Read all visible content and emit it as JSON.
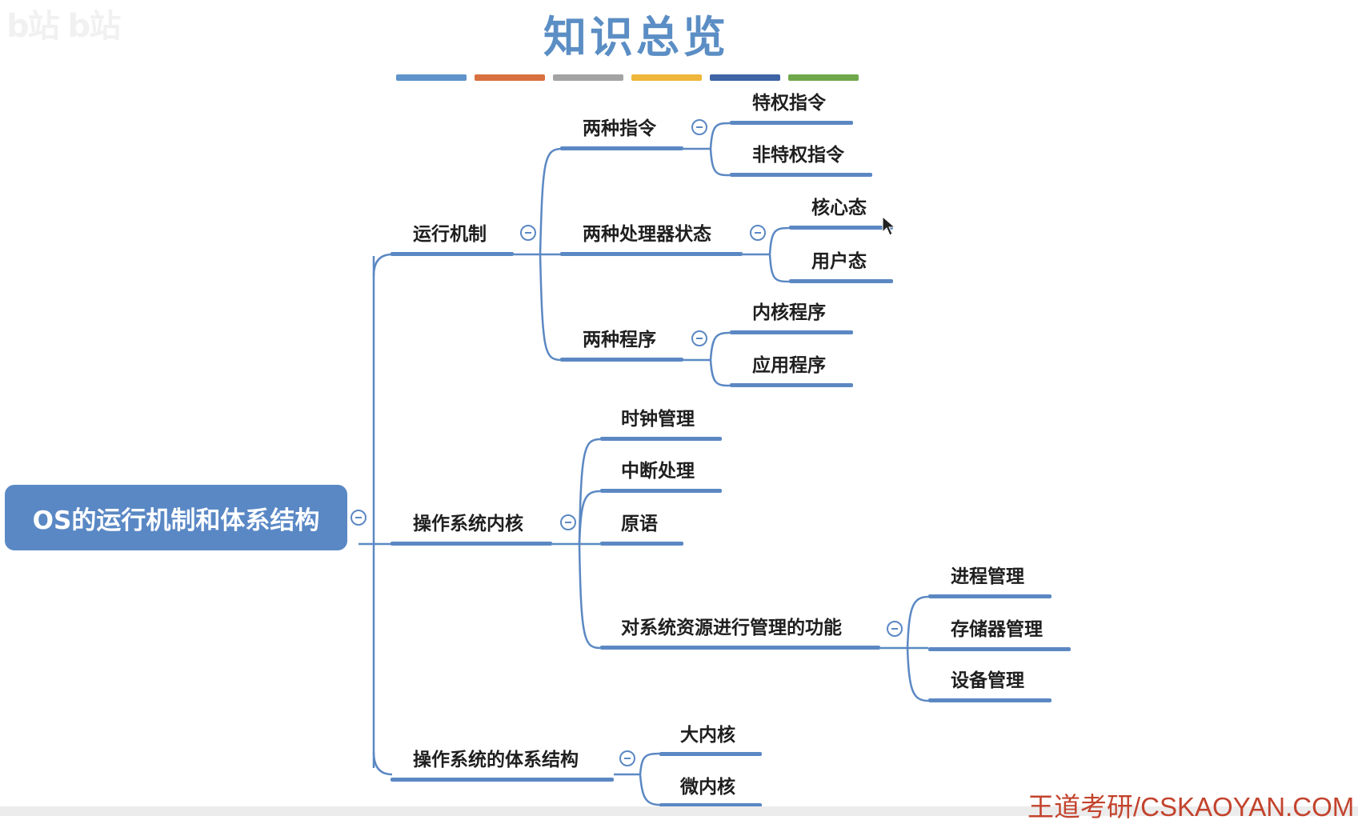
{
  "title": "知识总览",
  "title_color_bars": [
    "#5f93c9",
    "#d9703f",
    "#a3a3a3",
    "#eeb63a",
    "#3f64a6",
    "#6ea84a"
  ],
  "watermark_top_left": "b站 b站",
  "watermark_bottom_right": "王道考研/CSKAOYAN.COM",
  "mindmap": {
    "root": "OS的运行机制和体系结构",
    "branches": [
      {
        "label": "运行机制",
        "children": [
          {
            "label": "两种指令",
            "children": [
              "特权指令",
              "非特权指令"
            ]
          },
          {
            "label": "两种处理器状态",
            "children": [
              "核心态",
              "用户态"
            ]
          },
          {
            "label": "两种程序",
            "children": [
              "内核程序",
              "应用程序"
            ]
          }
        ]
      },
      {
        "label": "操作系统内核",
        "children": [
          {
            "label": "时钟管理"
          },
          {
            "label": "中断处理"
          },
          {
            "label": "原语"
          },
          {
            "label": "对系统资源进行管理的功能",
            "children": [
              "进程管理",
              "存储器管理",
              "设备管理"
            ]
          }
        ]
      },
      {
        "label": "操作系统的体系结构",
        "children": [
          "大内核",
          "微内核"
        ]
      }
    ]
  },
  "colors": {
    "node_line": "#5b88c3",
    "root_fill": "#5a88c5",
    "title": "#5b8ec4",
    "watermark": "#c3432d"
  }
}
